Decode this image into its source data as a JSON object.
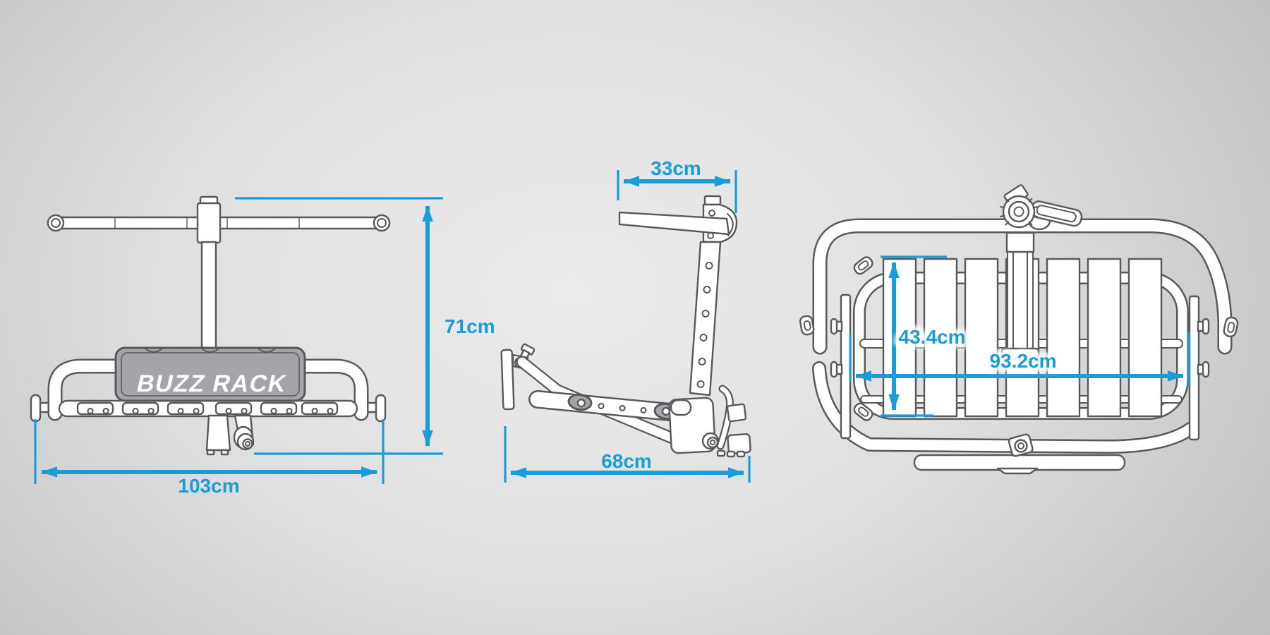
{
  "colors": {
    "background_center": "#ececec",
    "background_edge": "#9e9e9e",
    "line_art": "#58595b",
    "accent_blue": "#1b9cd8",
    "pad_gray": "#a3a5a8"
  },
  "brand": {
    "label": "BUZZ RACK"
  },
  "views": {
    "front": {
      "dimensions": {
        "width": "103cm",
        "height": "71cm"
      }
    },
    "side": {
      "dimensions": {
        "top_offset": "33cm",
        "depth": "68cm"
      }
    },
    "top": {
      "dimensions": {
        "inner_depth": "43.4cm",
        "inner_width": "93.2cm"
      }
    }
  }
}
